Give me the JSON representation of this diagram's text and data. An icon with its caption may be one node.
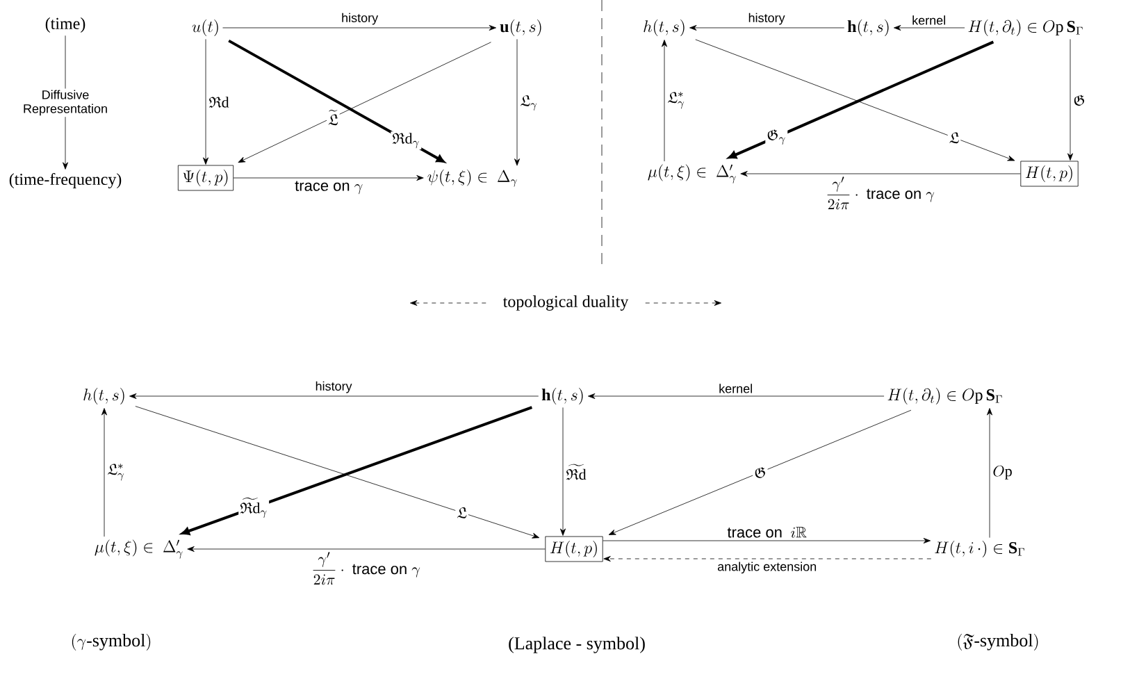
{
  "diagram": {
    "nodes": [
      {
        "text": [
          "(time)"
        ]
      },
      {
        "text": [
          "(time-frequency)"
        ]
      },
      {
        "text": [
          "u(t)"
        ]
      },
      {
        "text": [
          "\\mathbf{u}(t,s)"
        ]
      },
      {
        "text": [
          "\\Psi(t,p)"
        ]
      },
      {
        "text": [
          "\\psi(t,\\xi)\\in\\ \\Delta_\\gamma"
        ]
      },
      {
        "text": [
          "h(t,s)"
        ]
      },
      {
        "text": [
          "\\mathbf{h}(t,s)"
        ]
      },
      {
        "text": [
          "H(t,\\partial_t)\\in O\\mathrm{p}\\,\\mathbf{S}_\\Gamma"
        ]
      },
      {
        "text": [
          "\\mu(t,\\xi)\\in\\ \\Delta'_\\gamma"
        ]
      },
      {
        "text": [
          "H(t,p)"
        ]
      },
      {
        "text": [
          "topological duality"
        ]
      },
      {
        "text": [
          "h(t,s)"
        ]
      },
      {
        "text": [
          "\\mathbf{h}(t,s)"
        ]
      },
      {
        "text": [
          "H(t,\\partial_t)\\in O\\mathrm{p}\\,\\mathbf{S}_\\Gamma"
        ]
      },
      {
        "text": [
          "\\mu(t,\\xi)\\in\\ \\Delta'_\\gamma"
        ]
      },
      {
        "text": [
          "H(t,p)"
        ]
      },
      {
        "text": [
          "H(t,i\\,\\cdot)\\in\\mathbf{S}_\\Gamma"
        ]
      }
    ],
    "edges": [
      {
        "from": 0,
        "to": 1,
        "arrow": "to",
        "label": "Diffusive Representation"
      },
      {
        "from": 2,
        "to": 3,
        "arrow": "to",
        "label": "history"
      },
      {
        "from": 2,
        "to": 4,
        "arrow": "to",
        "label": "\\mathfrak{R}\\mathrm{d}"
      },
      {
        "from": 3,
        "to": 5,
        "arrow": "to",
        "label": "\\mathfrak{L}_\\gamma"
      },
      {
        "from": 2,
        "to": 5,
        "arrow": "to",
        "label": "\\mathfrak{R}\\mathrm{d}_\\gamma",
        "style": "thick"
      },
      {
        "from": 3,
        "to": 4,
        "arrow": "to",
        "label": "\\widetilde{\\mathfrak{L}}"
      },
      {
        "from": 4,
        "to": 5,
        "arrow": "to",
        "label": "\\textsf{trace on }\\gamma"
      },
      {
        "from": 7,
        "to": 6,
        "arrow": "to",
        "label": "history"
      },
      {
        "from": 8,
        "to": 7,
        "arrow": "to",
        "label": "kernel"
      },
      {
        "from": 9,
        "to": 6,
        "arrow": "to",
        "label": "\\mathfrak{L}^*_\\gamma"
      },
      {
        "from": 8,
        "to": 10,
        "arrow": "to",
        "label": "\\mathfrak{G}"
      },
      {
        "from": 6,
        "to": 10,
        "arrow": "to",
        "label": "\\mathfrak{L}"
      },
      {
        "from": 8,
        "to": 9,
        "arrow": "to",
        "label": "\\mathfrak{G}_\\gamma",
        "style": "thick"
      },
      {
        "from": 10,
        "to": 9,
        "arrow": "to",
        "label": "\\frac{\\gamma'}{2i\\pi}\\cdot\\textsf{ trace on }\\gamma"
      },
      {
        "from": 11,
        "to": null,
        "arrow": "to",
        "style": "dashed"
      },
      {
        "from": 11,
        "to": null,
        "arrow": "to",
        "style": "dashed"
      },
      {
        "from": 13,
        "to": 12,
        "arrow": "to",
        "label": "history"
      },
      {
        "from": 14,
        "to": 13,
        "arrow": "to",
        "label": "kernel"
      },
      {
        "from": 15,
        "to": 12,
        "arrow": "to",
        "label": "\\mathfrak{L}^*_\\gamma"
      },
      {
        "from": 13,
        "to": 16,
        "arrow": "to",
        "label": "\\widetilde{\\mathfrak{R}\\mathrm{d}}"
      },
      {
        "from": 12,
        "to": 16,
        "arrow": "to",
        "label": "\\mathfrak{L}"
      },
      {
        "from": 13,
        "to": 15,
        "arrow": "to",
        "label": "\\widetilde{\\mathfrak{R}\\mathrm{d}}_\\gamma",
        "style": "thick"
      },
      {
        "from": 14,
        "to": 16,
        "arrow": "to",
        "label": "\\mathfrak{G}"
      },
      {
        "from": 16,
        "to": 15,
        "arrow": "to",
        "label": "\\frac{\\gamma'}{2i\\pi}\\cdot\\textsf{ trace on }\\gamma"
      },
      {
        "from": 16,
        "to": 17,
        "arrow": "to",
        "label": "\\textsf{trace on }\\ i\\mathbb{R}"
      },
      {
        "from": 17,
        "to": 16,
        "arrow": "to",
        "label": "analytic extension",
        "style": "dashed"
      },
      {
        "from": 17,
        "to": 14,
        "arrow": "to",
        "label": "O\\mathrm{p}"
      }
    ],
    "labels": [
      "(\\gamma\\textrm{-symbol})",
      "(Laplace - symbol)",
      "(\\mathfrak{F}\\textrm{-symbol})"
    ]
  }
}
